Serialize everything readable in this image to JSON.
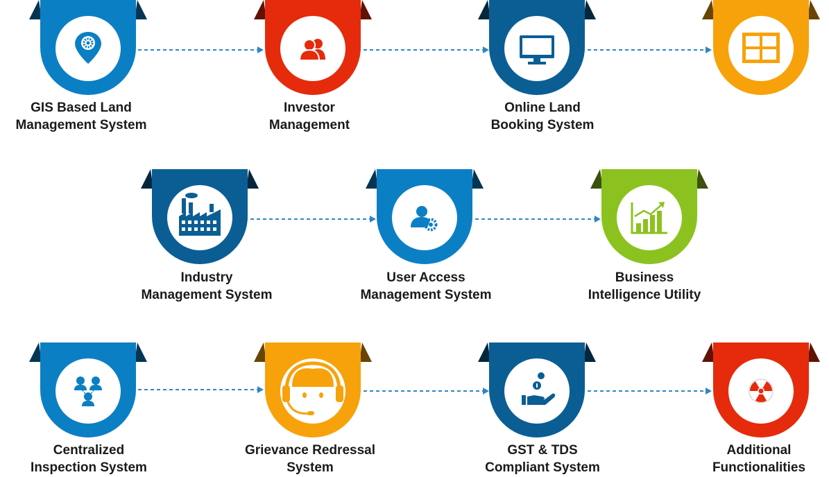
{
  "colors": {
    "light_blue": "#0b7fc4",
    "red": "#e52b0c",
    "dark_blue": "#0b5e94",
    "orange": "#f7a20b",
    "green": "#8cc21f",
    "connector": "#2f86c4",
    "label_text": "#1a1a1a"
  },
  "modules": [
    {
      "id": "gis",
      "lines": [
        "GIS Based Land",
        "Management System"
      ],
      "icon": "map-pin-gear-icon",
      "color": "light_blue"
    },
    {
      "id": "investor",
      "lines": [
        "Investor",
        "Management"
      ],
      "icon": "users-icon",
      "color": "red"
    },
    {
      "id": "booking",
      "lines": [
        "Online Land",
        "Booking System"
      ],
      "icon": "monitor-icon",
      "color": "dark_blue"
    },
    {
      "id": "window",
      "lines": [],
      "icon": "window-grid-icon",
      "color": "orange"
    },
    {
      "id": "industry",
      "lines": [
        "Industry",
        "Management System"
      ],
      "icon": "factory-icon",
      "color": "dark_blue"
    },
    {
      "id": "user-access",
      "lines": [
        "User Access",
        "Management System"
      ],
      "icon": "user-gear-icon",
      "color": "light_blue"
    },
    {
      "id": "bi",
      "lines": [
        "Business",
        "Intelligence Utility"
      ],
      "icon": "bar-chart-icon",
      "color": "green"
    },
    {
      "id": "inspection",
      "lines": [
        "Centralized",
        "Inspection System"
      ],
      "icon": "inspectors-icon",
      "color": "light_blue"
    },
    {
      "id": "grievance",
      "lines": [
        "Grievance Redressal",
        "System"
      ],
      "icon": "headset-agent-icon",
      "color": "orange"
    },
    {
      "id": "gst",
      "lines": [
        "GST & TDS",
        "Compliant System"
      ],
      "icon": "hand-coins-icon",
      "color": "dark_blue"
    },
    {
      "id": "additional",
      "lines": [
        "Additional",
        "Functionalities"
      ],
      "icon": "radiation-icon",
      "color": "red"
    }
  ]
}
